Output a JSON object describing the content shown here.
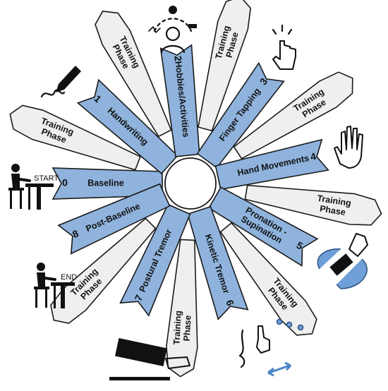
{
  "segments": [
    {
      "kind": "task",
      "angle": 180,
      "number": "0",
      "label": "Baseline"
    },
    {
      "kind": "training",
      "angle": 159,
      "label": [
        "Training",
        "Phase"
      ]
    },
    {
      "kind": "task",
      "angle": 138,
      "number": "1",
      "label": "Handwriting"
    },
    {
      "kind": "training",
      "angle": 117,
      "label": [
        "Training",
        "Phase"
      ]
    },
    {
      "kind": "task",
      "angle": 96,
      "number": "2",
      "label": "Hobbies/Activities"
    },
    {
      "kind": "training",
      "angle": 75,
      "label": [
        "Training",
        "Phase"
      ]
    },
    {
      "kind": "task",
      "angle": 54,
      "number": "3",
      "label": "Finger Tapping"
    },
    {
      "kind": "training",
      "angle": 33,
      "label": [
        "Training",
        "Phase"
      ]
    },
    {
      "kind": "task",
      "angle": 12,
      "number": "4",
      "label": "Hand Movements"
    },
    {
      "kind": "training",
      "angle": -9,
      "label": [
        "Training",
        "Phase"
      ]
    },
    {
      "kind": "task",
      "angle": -30,
      "number": "5",
      "label": [
        "Pronation -",
        "Supination"
      ]
    },
    {
      "kind": "training",
      "angle": -51,
      "label": [
        "Training",
        "Phase"
      ]
    },
    {
      "kind": "task",
      "angle": -72,
      "number": "6",
      "label": "Kinetic Tremor"
    },
    {
      "kind": "training",
      "angle": -93,
      "label": [
        "Training",
        "Phase"
      ]
    },
    {
      "kind": "task",
      "angle": -114,
      "number": "7",
      "label": "Postural Tremor"
    },
    {
      "kind": "training",
      "angle": -135,
      "label": [
        "Training",
        "Phase"
      ]
    },
    {
      "kind": "task",
      "angle": -156,
      "number": "8",
      "label": "Post-Baseline"
    }
  ],
  "icons": {
    "start_label": "START",
    "end_label": "END",
    "names": [
      "desk-start-icon",
      "pencil-icon",
      "hobbies-icon",
      "finger-tap-icon",
      "open-hand-icon",
      "rotating-hand-icon",
      "finger-to-nose-icon",
      "outstretched-arm-icon",
      "desk-end-icon"
    ]
  },
  "colors": {
    "task_fill": "#8fb3dd",
    "training_fill": "#efefef",
    "outline": "#1a1a1a"
  }
}
